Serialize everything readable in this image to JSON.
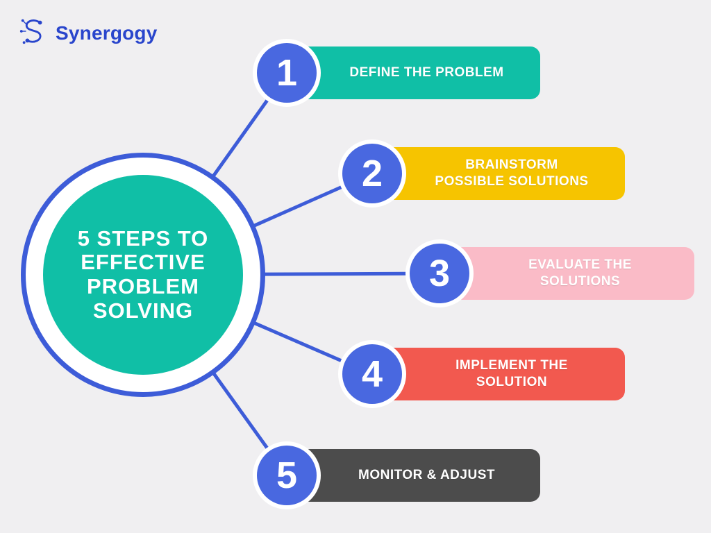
{
  "colors": {
    "background": "#F0EFF1",
    "line_blue": "#3D5CD8",
    "circle_blue": "#4968E0",
    "logo_blue": "#2945CC",
    "center_teal": "#10BFA6"
  },
  "logo": {
    "text": "Synergogy"
  },
  "center": {
    "title": "5 STEPS TO\nEFFECTIVE\nPROBLEM\nSOLVING"
  },
  "steps": [
    {
      "number": "1",
      "label": "DEFINE THE PROBLEM",
      "color": "#10BFA6"
    },
    {
      "number": "2",
      "label": "BRAINSTORM\nPOSSIBLE SOLUTIONS",
      "color": "#F6C400"
    },
    {
      "number": "3",
      "label": "EVALUATE THE\nSOLUTIONS",
      "color": "#FABBC7"
    },
    {
      "number": "4",
      "label": "IMPLEMENT THE\nSOLUTION",
      "color": "#F2594F"
    },
    {
      "number": "5",
      "label": "MONITOR & ADJUST",
      "color": "#4C4C4C"
    }
  ]
}
